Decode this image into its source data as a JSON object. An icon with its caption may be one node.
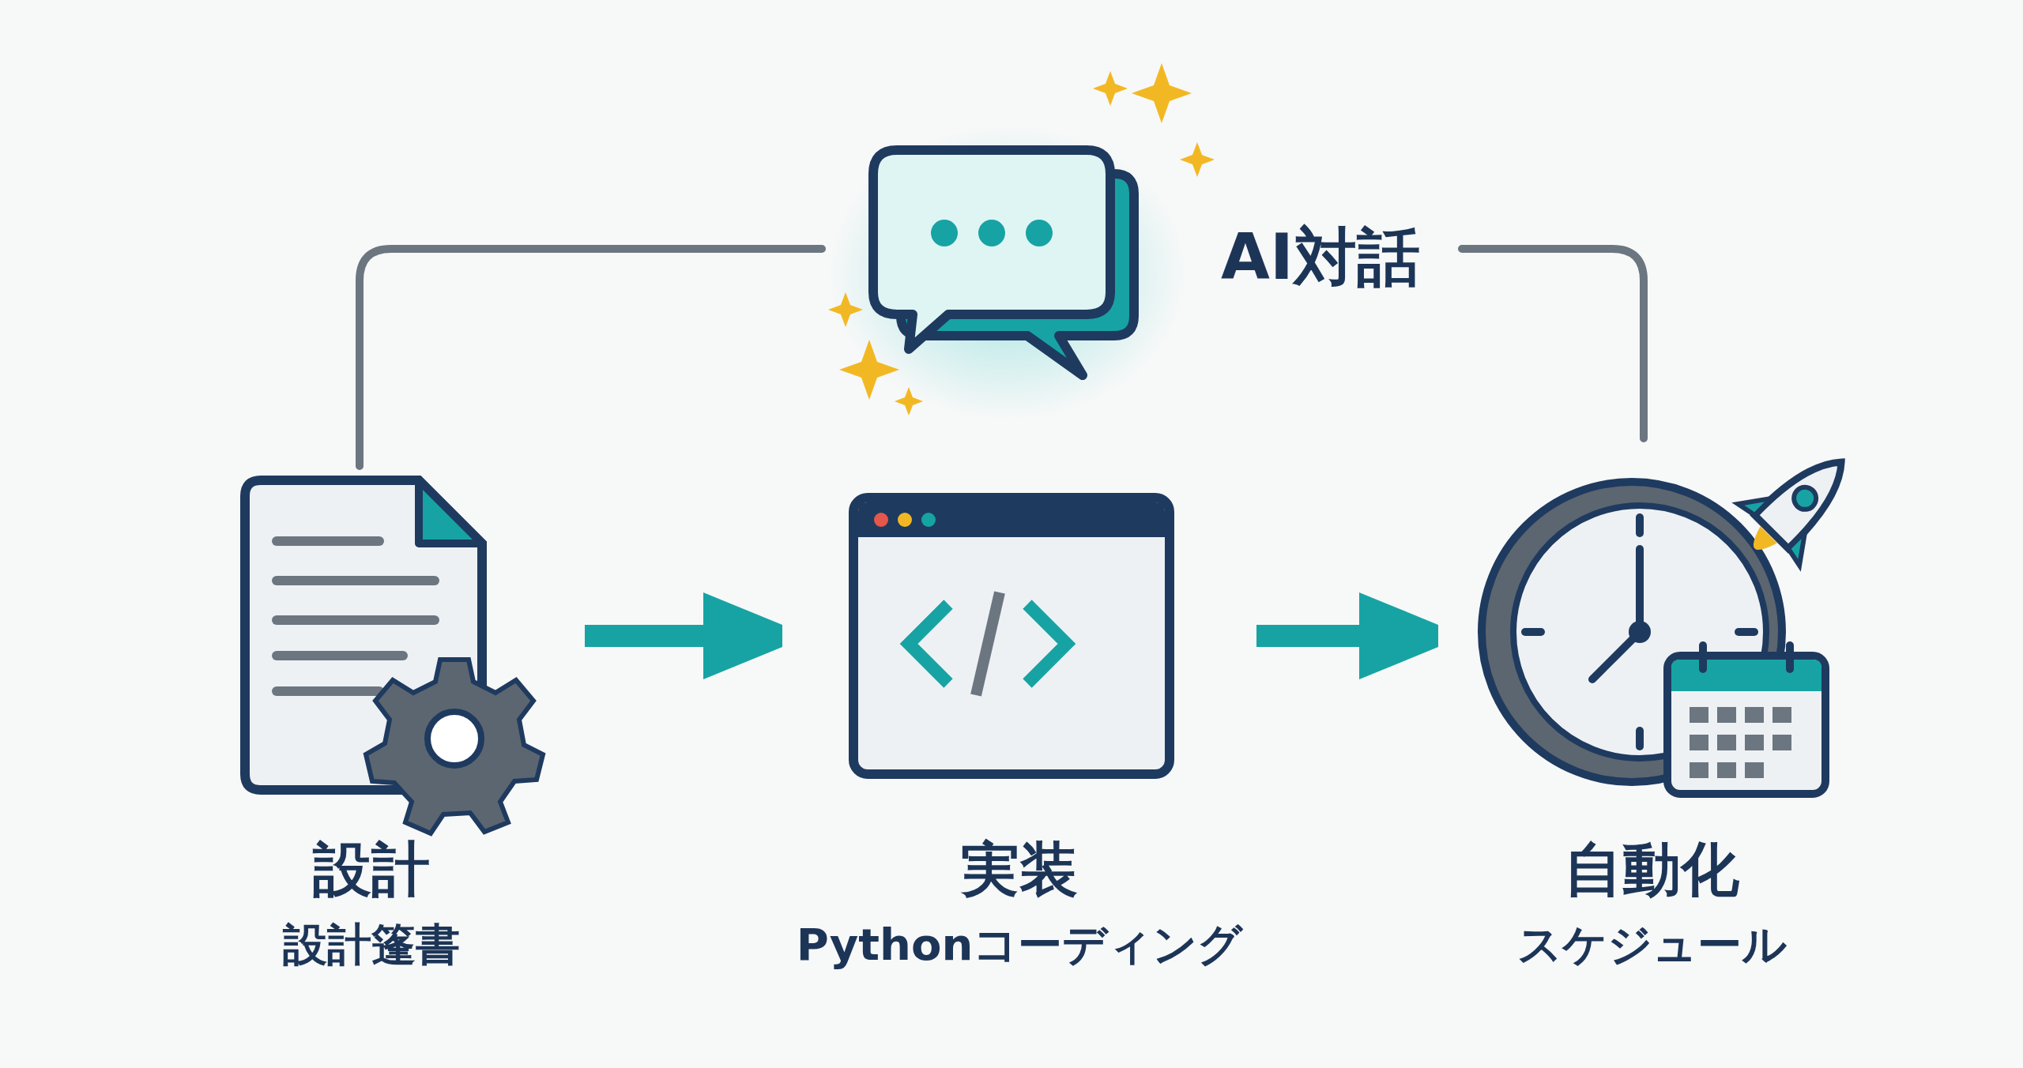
{
  "diagram": {
    "nodes": [
      {
        "text": [
          "設計",
          "設計篷書"
        ]
      },
      {
        "text": [
          "実装",
          "Pythonコーディング"
        ]
      },
      {
        "text": [
          "自動化",
          "スケジュール"
        ]
      },
      {
        "text": [
          "AI対話"
        ]
      }
    ],
    "edges": [
      {
        "from": 0,
        "to": 1,
        "arrow": "to",
        "style": "thick",
        "color": "#17a3a3"
      },
      {
        "from": 1,
        "to": 2,
        "arrow": "to",
        "style": "thick",
        "color": "#17a3a3"
      },
      {
        "from": 0,
        "to": 3,
        "arrow": "none"
      },
      {
        "from": 3,
        "to": 2,
        "arrow": "none"
      }
    ]
  }
}
